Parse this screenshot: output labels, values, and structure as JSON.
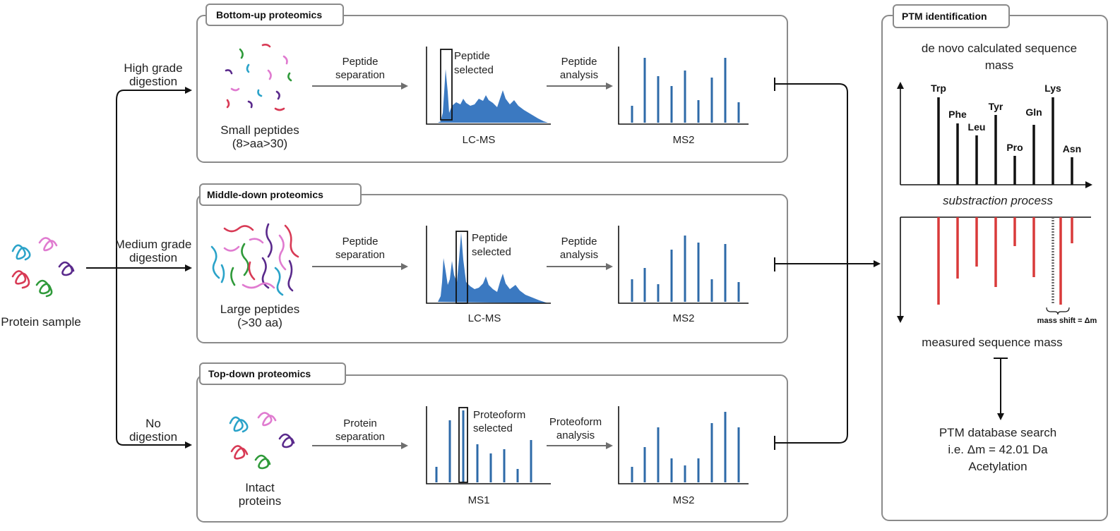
{
  "sample": {
    "label": "Protein sample"
  },
  "routes": [
    {
      "line1": "High grade",
      "line2": "digestion"
    },
    {
      "line1": "Medium grade",
      "line2": "digestion"
    },
    {
      "line1": "No",
      "line2": "digestion"
    }
  ],
  "panels": [
    {
      "title": "Bottom-up proteomics",
      "sample_line1": "Small peptides",
      "sample_line2": "(8>aa>30)",
      "step1_line1": "Peptide",
      "step1_line2": "separation",
      "chart1_sel_line1": "Peptide",
      "chart1_sel_line2": "selected",
      "chart1_label": "LC-MS",
      "step2_line1": "Peptide",
      "step2_line2": "analysis",
      "chart2_label": "MS2"
    },
    {
      "title": "Middle-down proteomics",
      "sample_line1": "Large peptides",
      "sample_line2": "(>30 aa)",
      "step1_line1": "Peptide",
      "step1_line2": "separation",
      "chart1_sel_line1": "Peptide",
      "chart1_sel_line2": "selected",
      "chart1_label": "LC-MS",
      "step2_line1": "Peptide",
      "step2_line2": "analysis",
      "chart2_label": "MS2"
    },
    {
      "title": "Top-down proteomics",
      "sample_line1": "Intact",
      "sample_line2": "proteins",
      "step1_line1": "Protein",
      "step1_line2": "separation",
      "chart1_sel_line1": "Proteoform",
      "chart1_sel_line2": "selected",
      "chart1_label": "MS1",
      "step2_line1": "Proteoform",
      "step2_line2": "analysis",
      "chart2_label": "MS2"
    }
  ],
  "ptm": {
    "title": "PTM identification",
    "calc_line1": "de novo calculated sequence",
    "calc_line2": "mass",
    "amino_acids": [
      "Trp",
      "Phe",
      "Leu",
      "Tyr",
      "Pro",
      "Gln",
      "Lys",
      "Asn"
    ],
    "subtraction": "substraction process",
    "mass_shift": "mass shift = Δm",
    "measured": "measured  sequence mass",
    "search_line1": "PTM database search",
    "search_line2": "i.e. Δm = 42.01 Da",
    "search_line3": "Acetylation"
  },
  "colors": {
    "spectrum": "#2d6aa8",
    "chromatogram": "#3b79c1",
    "subtracted": "#d93a3a",
    "peptide_palette": [
      "#2ba3c9",
      "#e07bd0",
      "#d83a55",
      "#5a2a8c",
      "#2f9a3a"
    ]
  }
}
